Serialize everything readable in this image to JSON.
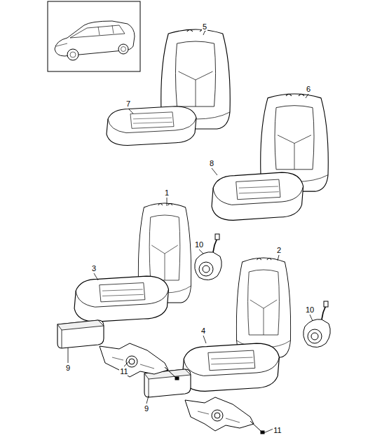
{
  "diagram": {
    "labels": [
      "5",
      "7",
      "6",
      "8",
      "1",
      "10",
      "3",
      "2",
      "10",
      "4",
      "9",
      "11",
      "9",
      "11"
    ]
  }
}
